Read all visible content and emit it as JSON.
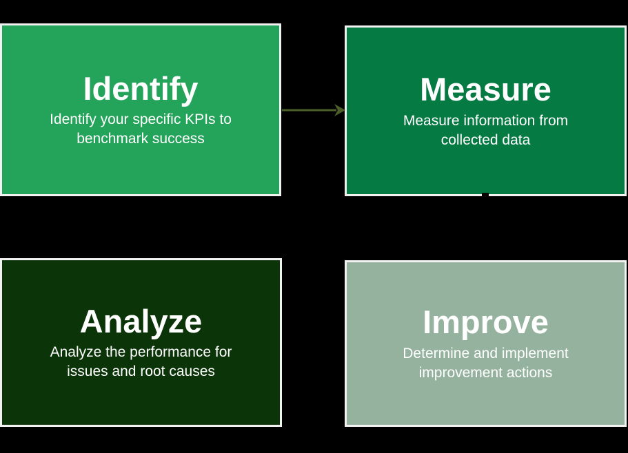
{
  "steps": [
    {
      "title": "Identify",
      "description": "Identify your specific KPIs to\nbenchmark success",
      "fill": "#24a35a",
      "text_color": "#ffffff"
    },
    {
      "title": "Measure",
      "description": "Measure information from\ncollected data",
      "fill": "#067a43",
      "text_color": "#ffffff"
    },
    {
      "title": "Analyze",
      "description": "Analyze the performance for\nissues and root causes",
      "fill": "#0b3408",
      "text_color": "#ffffff"
    },
    {
      "title": "Improve",
      "description": "Determine and implement\nimprovement actions",
      "fill": "#94b29d",
      "text_color": "#ffffff"
    }
  ],
  "connectors": [
    {
      "name": "identify-to-measure-arrow",
      "direction": "right",
      "color": "#4c5f28"
    }
  ],
  "colors": {
    "background": "#000000",
    "box_border": "#f2f2f2"
  }
}
